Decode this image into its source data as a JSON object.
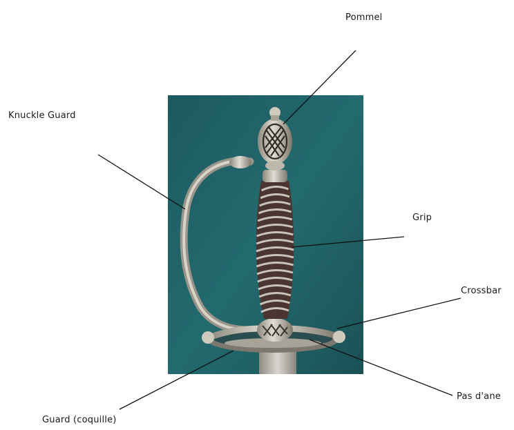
{
  "diagram": {
    "labels": {
      "pommel": "Pommel",
      "knuckle_guard": "Knuckle Guard",
      "grip": "Grip",
      "crossbar": "Crossbar",
      "pas_dane": "Pas d'ane",
      "guard": "Guard (coquille)"
    },
    "colors": {
      "backdrop": "#1f5e62",
      "metal": "#b9b4a8",
      "grip_dark": "#4a3530",
      "grip_wire": "#c9c4bb",
      "leader_line": "#111111"
    }
  }
}
